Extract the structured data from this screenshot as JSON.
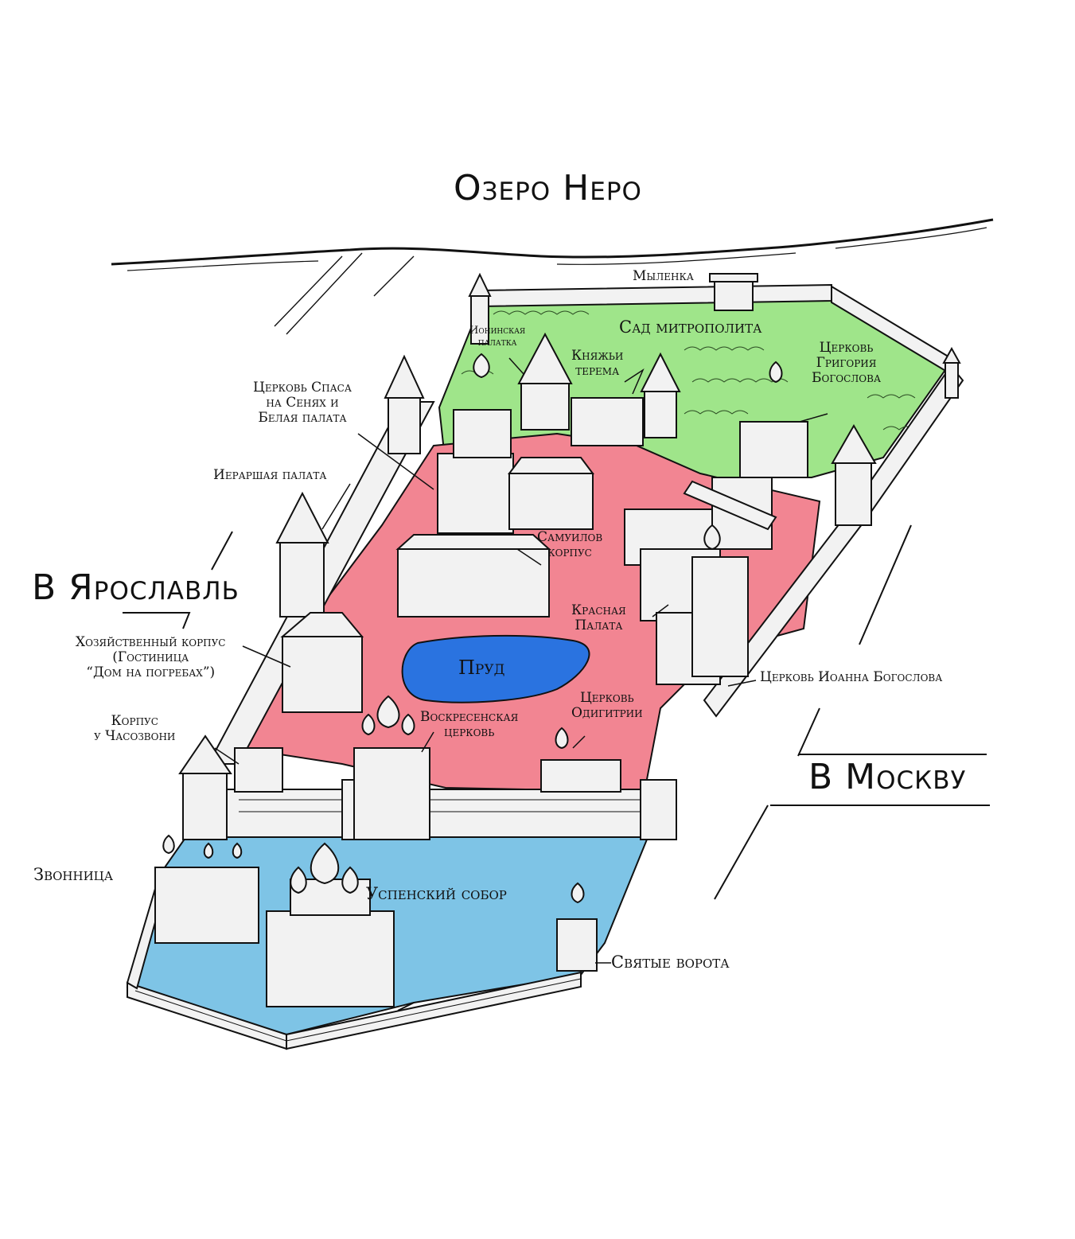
{
  "colors": {
    "courtyard": "#f28592",
    "garden": "#9fe58a",
    "cathedral_square": "#7ec4e6",
    "pond": "#2a73e0",
    "ink": "#111111",
    "building": "#f2f2f2"
  },
  "labels": {
    "lake": "Озеро Неро",
    "to_yaroslavl": "В Ярославль",
    "to_moscow": "В Москву",
    "mylenka": "Мыленка",
    "garden": "Сад митрополита",
    "ioninskaya": [
      "Ионинская",
      "палатка"
    ],
    "knyazhi": [
      "Княжьи",
      "терема"
    ],
    "grigoriy": [
      "Церковь",
      "Григория",
      "Богослова"
    ],
    "spas": [
      "Церковь Спаса",
      "на Сенях и",
      "Белая палата"
    ],
    "ierarshaya": "Иераршая палата",
    "samuilov": [
      "Самуилов",
      "корпус"
    ],
    "krasnaya": [
      "Красная",
      "Палата"
    ],
    "pond": "Пруд",
    "ioann": "Церковь Иоанна Богослова",
    "khoz": [
      "Хозяйственный корпус",
      "(Гостиница",
      "“Дом на погребах”)"
    ],
    "korpus_chas": [
      "Корпус",
      "у Часозвони"
    ],
    "voskr": [
      "Воскресенская",
      "церковь"
    ],
    "odigitrii": [
      "Церковь",
      "Одигитрии"
    ],
    "zvonnitsa": "Звонница",
    "uspensky": "Успенский собор",
    "svyatye": "Святые ворота"
  }
}
